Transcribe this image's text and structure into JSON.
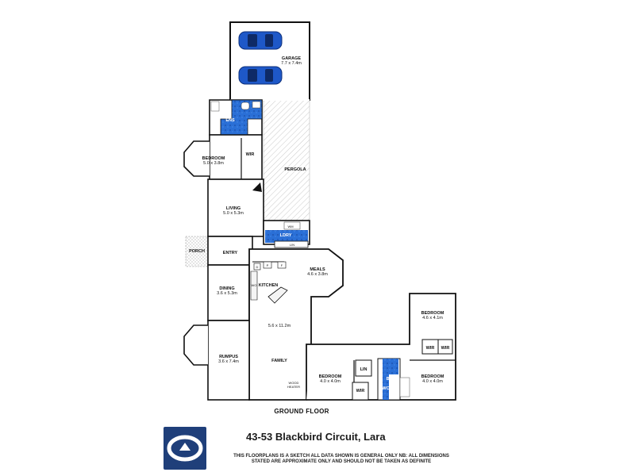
{
  "floor_label": "GROUND FLOOR",
  "address": "43-53 Blackbird Circuit, Lara",
  "disclaimer_line1": "THIS FLOORPLANS IS A SKETCH ALL DATA SHOWN IS GENERAL ONLY NB: ALL DIMENSIONS",
  "disclaimer_line2": "STATED ARE APPROXIMATE ONLY AND SHOULD NOT BE TAKEN AS DEFINITE",
  "colors": {
    "wet_area": "#2a6fd6",
    "wall": "#111111",
    "logo": "#1f3f7a",
    "car": "#1e58c8"
  },
  "rooms": {
    "garage": {
      "name": "GARAGE",
      "size": "7.7 x 7.4m"
    },
    "ens": {
      "name": "ENS"
    },
    "bed1": {
      "name": "BEDROOM",
      "size": "5.0 x 3.8m"
    },
    "wir1": {
      "name": "WIR"
    },
    "pergola": {
      "name": "PERGOLA"
    },
    "living": {
      "name": "LIVING",
      "size": "5.0 x 5.3m"
    },
    "wm": {
      "name": "WM"
    },
    "ldry": {
      "name": "LDRY"
    },
    "porch": {
      "name": "PORCH"
    },
    "entry": {
      "name": "ENTRY"
    },
    "lin1": {
      "name": "LIN"
    },
    "meals": {
      "name": "MEALS",
      "size": "4.6 x 3.8m"
    },
    "dining": {
      "name": "DINING",
      "size": "3.6 x 5.3m"
    },
    "kitchen": {
      "name": "KITCHEN"
    },
    "family_size": {
      "size": "5.6 x 11.2m"
    },
    "family": {
      "name": "FAMILY"
    },
    "rumpus": {
      "name": "RUMPUS",
      "size": "3.6 x 7.4m"
    },
    "wood_heater": {
      "line1": "WOOD",
      "line2": "HEATER"
    },
    "bed2": {
      "name": "BEDROOM",
      "size": "4.6 x 4.1m"
    },
    "wir2": {
      "name": "WIR"
    },
    "wir3": {
      "name": "WIR"
    },
    "bed3": {
      "name": "BEDROOM",
      "size": "4.0 x 4.0m"
    },
    "lin2": {
      "name": "LIN"
    },
    "bath": {
      "name": "BATH"
    },
    "wir4": {
      "name": "WIR"
    },
    "wc": {
      "name": "WC"
    },
    "bed4": {
      "name": "BEDROOM",
      "size": "4.0 x 4.0m"
    },
    "sym_d": {
      "name": "D"
    },
    "sym_p": {
      "name": "P"
    },
    "sym_f": {
      "name": "F"
    },
    "sym_wo": {
      "name": "WO"
    }
  }
}
